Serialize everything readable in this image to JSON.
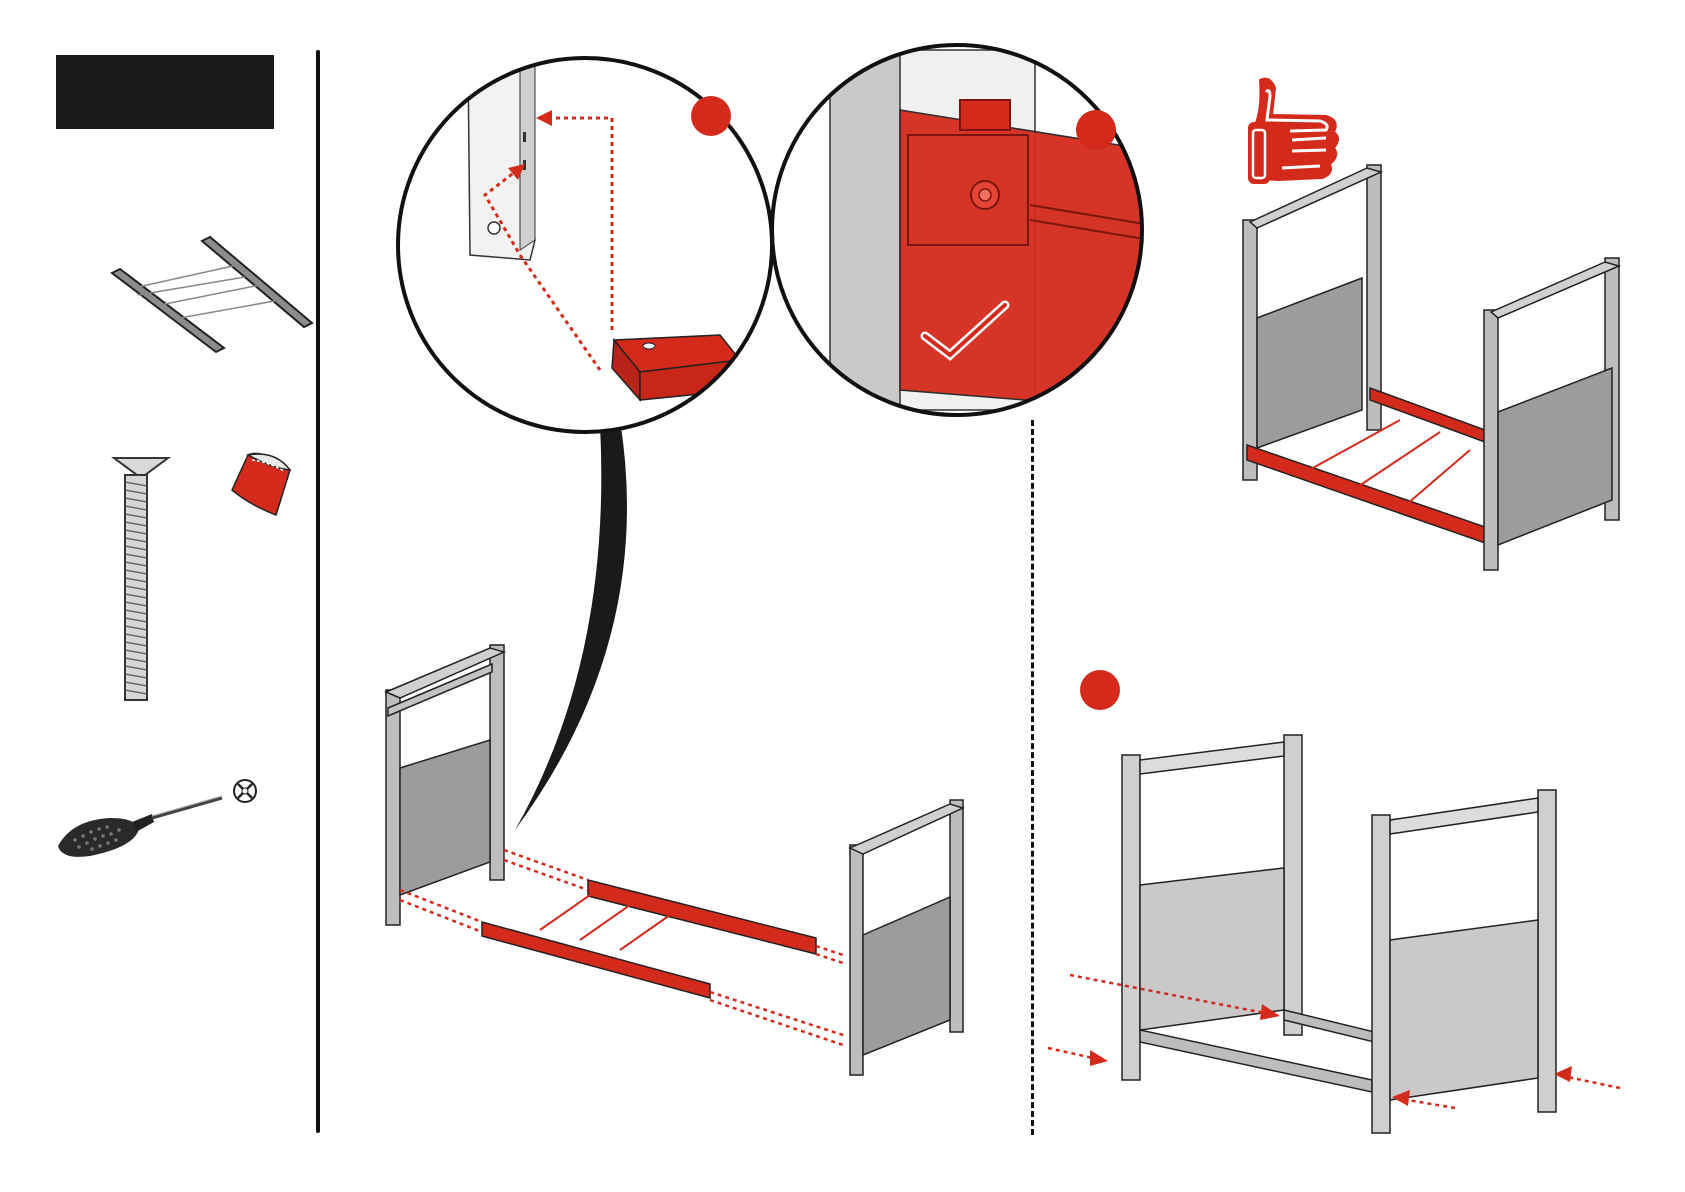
{
  "page": {
    "step_number_box": "",
    "accent_color": "#d42a1c",
    "frame_color": "#a9a9a9",
    "panel_color": "#9c9c9c"
  },
  "sidebar": {
    "parts": [
      {
        "icon": "bed-base-frame-icon"
      },
      {
        "icon": "bolt-icon",
        "quantity_note": ""
      },
      {
        "icon": "glue-tape-icon"
      },
      {
        "icon": "screwdriver-icon"
      },
      {
        "icon": "phillips-head-icon"
      }
    ]
  },
  "callouts": [
    {
      "marker": "",
      "icon": "red-dot-marker"
    },
    {
      "marker": "",
      "icon": "red-dot-marker"
    },
    {
      "marker": "",
      "icon": "red-dot-marker"
    }
  ],
  "icons": [
    "thumbs-up-icon",
    "checkmark-icon"
  ]
}
